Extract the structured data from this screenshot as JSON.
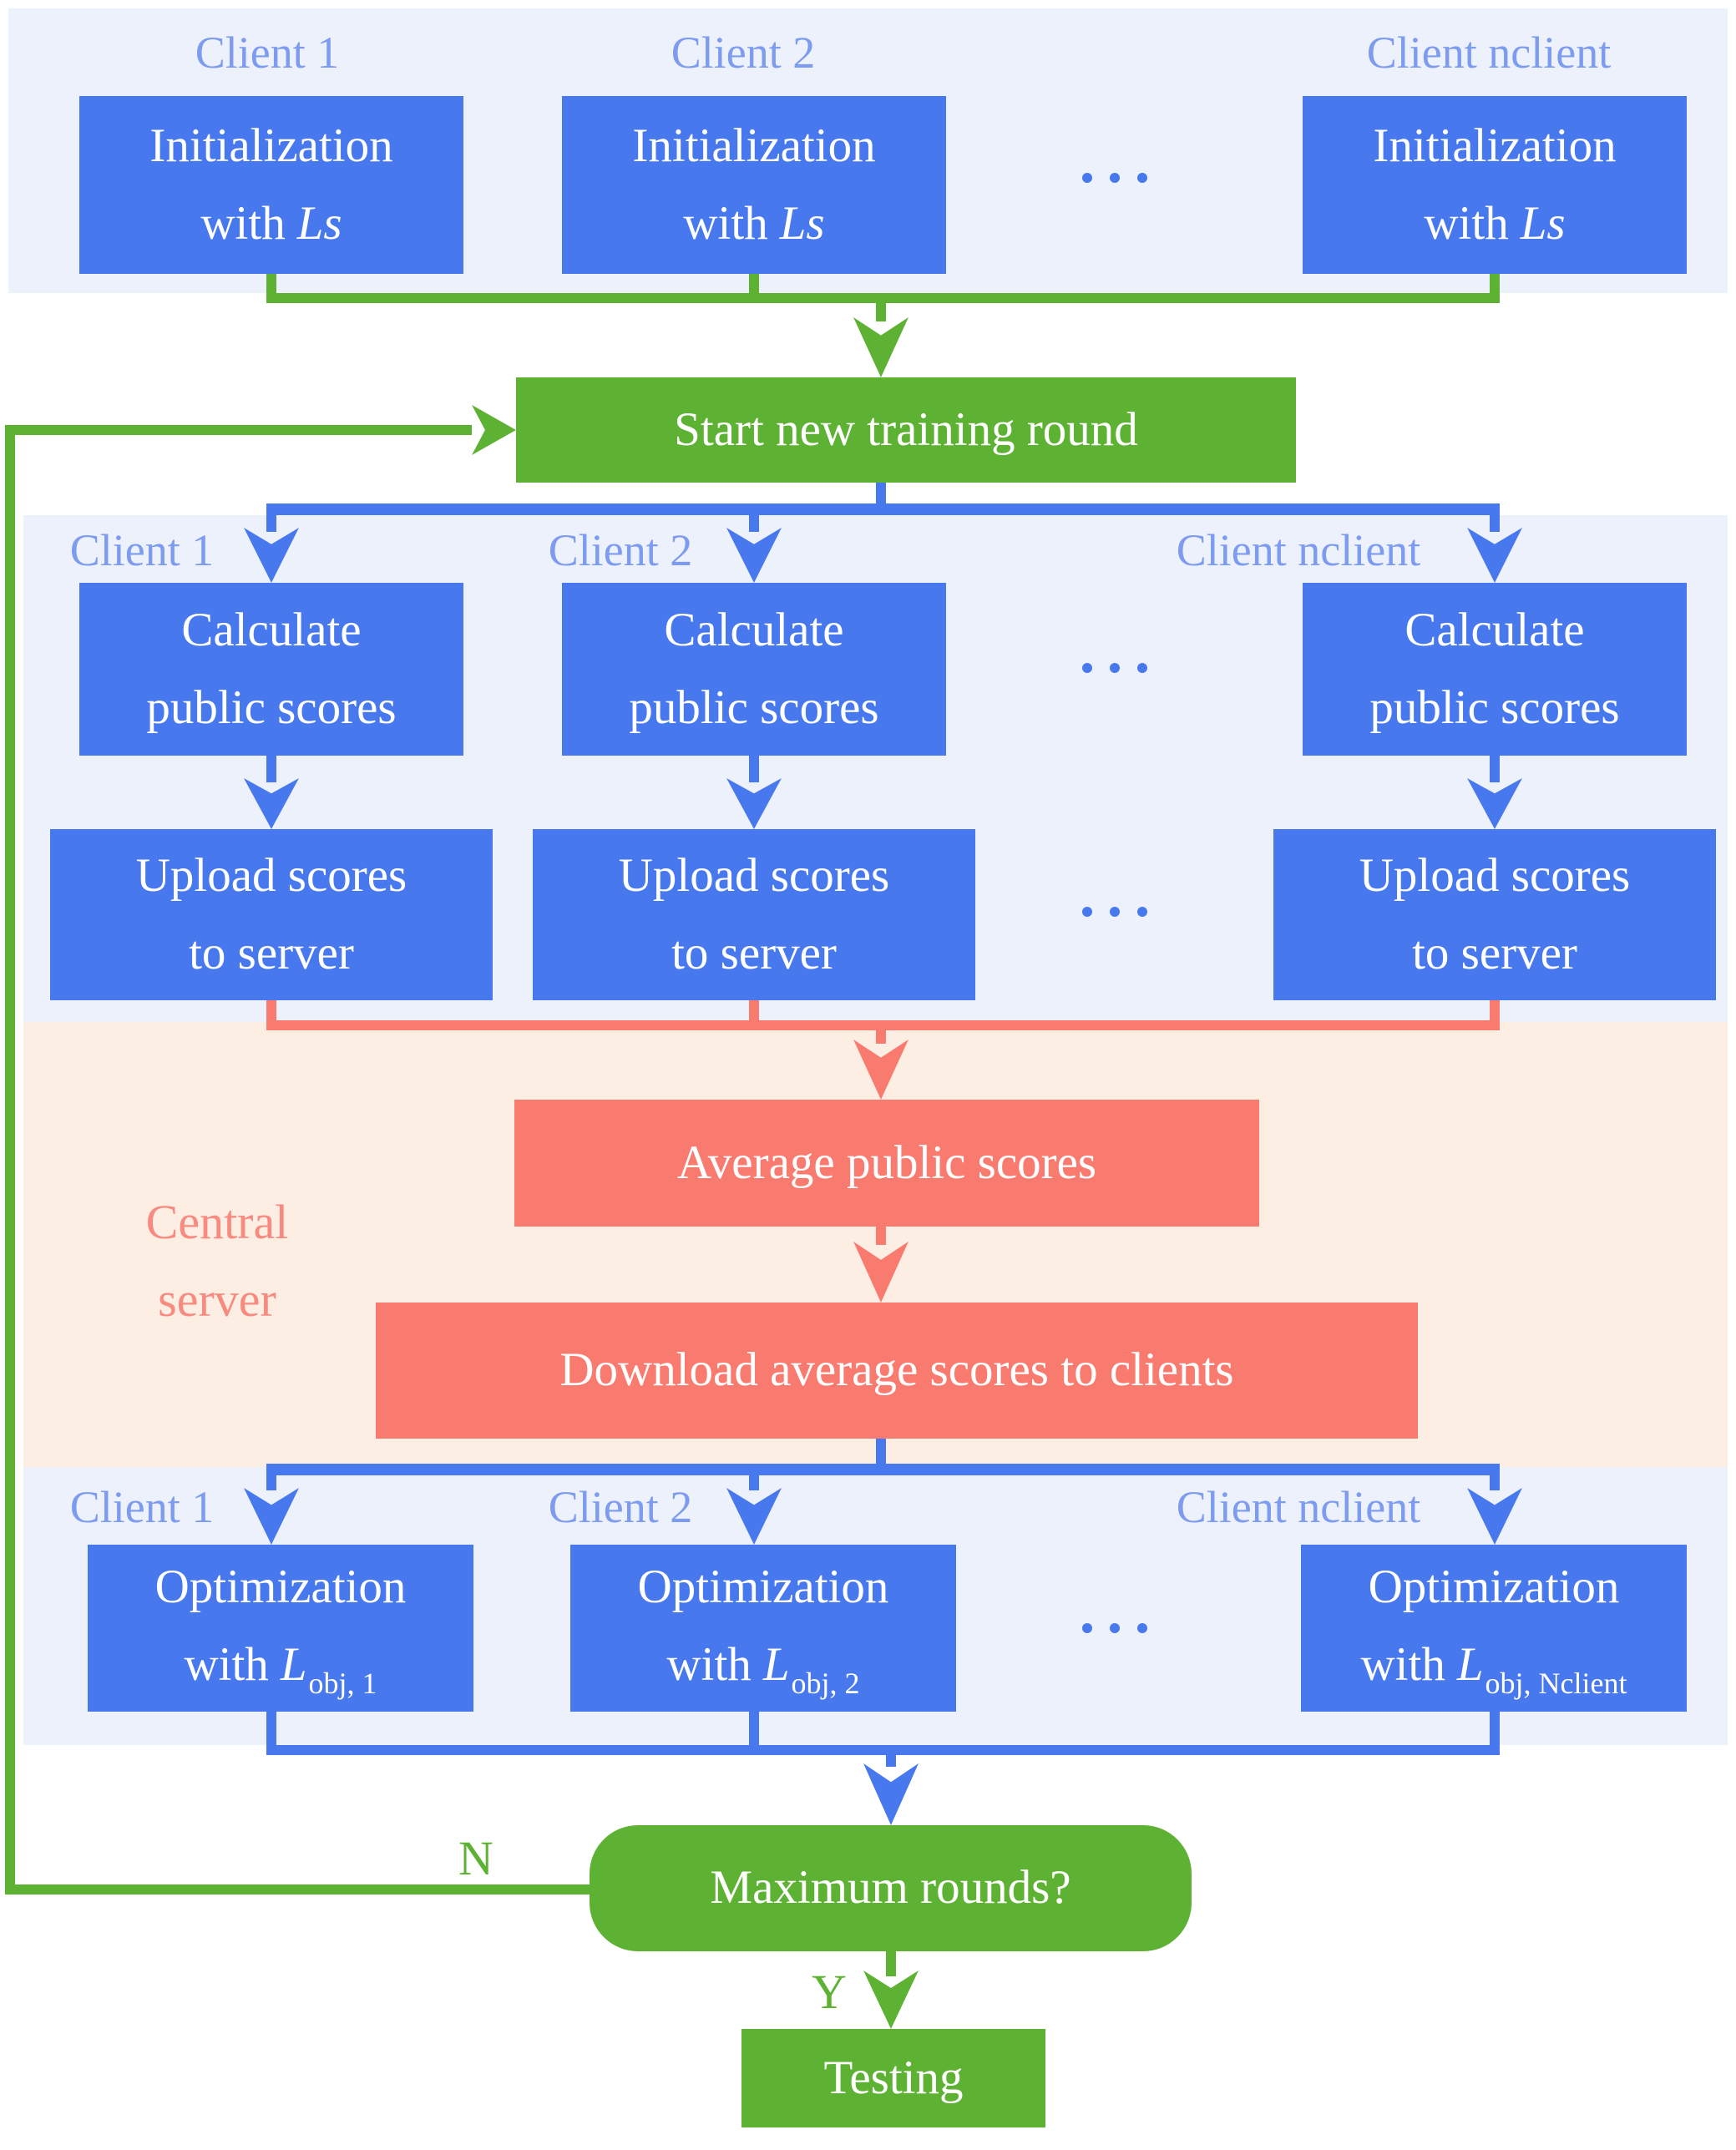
{
  "palette": {
    "box_blue": "#4878ee",
    "header_blue": "#7d9cf0",
    "client_band": "#edf1fb",
    "green": "#5db133",
    "salmon_box": "#f97b6f",
    "salmon_band": "#fceee3",
    "salmon_text": "#f98a80",
    "box_text": "#ffffff"
  },
  "clients": [
    {
      "label": "Client 1"
    },
    {
      "label": "Client 2"
    },
    {
      "label": "Client nclient"
    }
  ],
  "ellipsis": "…",
  "rows": {
    "init": {
      "line1": "Initialization",
      "with": "with",
      "math": "Ls"
    },
    "calc": {
      "line1": "Calculate",
      "line2": "public scores"
    },
    "upload": {
      "line1": "Upload scores",
      "line2": "to server"
    },
    "opt": {
      "line1": "Optimization",
      "with": "with",
      "math_base": "L",
      "subscripts": [
        "obj, 1",
        "obj, 2",
        "obj, Nclient"
      ]
    }
  },
  "nodes": {
    "start": "Start new training round",
    "average": "Average public scores",
    "download": "Download average scores to clients",
    "decision": "Maximum rounds?",
    "testing": "Testing"
  },
  "server_label": {
    "line1": "Central",
    "line2": "server"
  },
  "branches": {
    "no": "N",
    "yes": "Y"
  }
}
